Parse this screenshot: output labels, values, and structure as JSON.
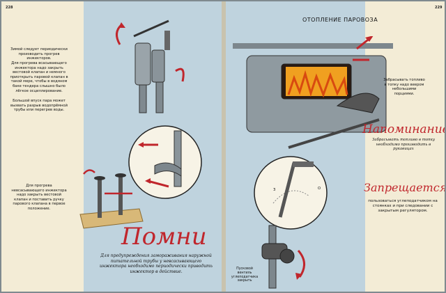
{
  "left_page": {
    "page_number": "228",
    "para_winter": "Зимой следует периодически производить прогрев инжекторов.",
    "para_suction": "Для прогрева всасывающего инжектора надо закрыть вестовой клапан и немного приоткрыть паровой клапан в такой мере, чтобы в водяном баке тендера слышно было лёгкое осциллирование.",
    "para_release": "Большой впуск пара может вызвать разрыв водопрёмной трубы или перегрев воды.",
    "para_non_suction": "Для прогрева невсасывающего инжектора надо закрыть вестовой клапан и поставить ручку парового клапана в первое положение.",
    "remember_title": "Помни",
    "remember_text": "Для предупреждения замораживания наружной питательной трубы у невсасывающего инжектора необходимо периодически приводить инжектор в действие."
  },
  "right_page": {
    "page_number": "229",
    "heading": "ОТОПЛЕНИЕ ПАРОВОЗА",
    "fuel_note": "Забрасывать топливо в топку надо веером небольшими порциями.",
    "reminder_title": "Напоминание",
    "reminder_text": "Забрасывать топливо в топку необходимо производить в рукавицах",
    "prohibited_title": "Запрещается",
    "prohibited_text": "пользоваться углеподатчиком на стоянках и при следовании с закрытым регулятором.",
    "valve_caption": "Пусковой вентиль углеподатчика закрыть",
    "dial_left": "З",
    "dial_right": "О"
  },
  "colors": {
    "paper": "#f3ecd6",
    "blue_panel": "#bfd3de",
    "accent_red": "#c0262c",
    "fire": "#f0a020"
  }
}
